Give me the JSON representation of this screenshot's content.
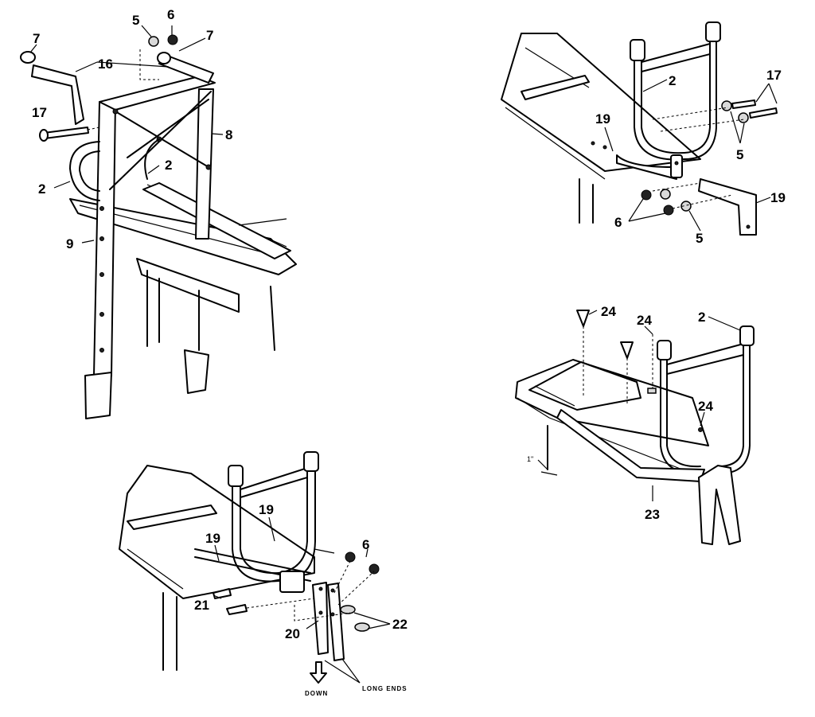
{
  "panels": {
    "top_left": {
      "labels": [
        "7",
        "16",
        "5",
        "6",
        "7",
        "17",
        "8",
        "2",
        "2",
        "9"
      ]
    },
    "top_right": {
      "labels": [
        "2",
        "17",
        "19",
        "5",
        "19",
        "6",
        "5"
      ]
    },
    "bottom_left": {
      "labels": [
        "19",
        "19",
        "6",
        "21",
        "22",
        "20"
      ],
      "down_text": "DOWN",
      "long_ends_text": "LONG ENDS"
    },
    "bottom_right": {
      "labels": [
        "24",
        "24",
        "2",
        "24",
        "23"
      ],
      "dimension_text": "1\""
    }
  }
}
